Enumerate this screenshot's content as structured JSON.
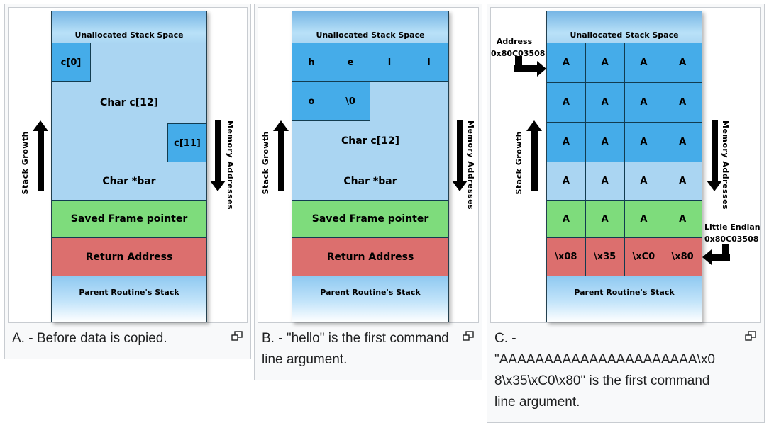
{
  "colors": {
    "cell_blue": "#45ace9",
    "light_blue": "#aad5f2",
    "green": "#7edc7c",
    "red": "#dc6f6e",
    "parent_blue": "#8fc9f1",
    "panel_border": "#c8ccd1",
    "panel_bg": "#f8f9fa",
    "caption_text": "#202122"
  },
  "shared": {
    "unallocated": "Unallocated Stack Space",
    "parent": "Parent Routine's Stack",
    "char_c12": "Char c[12]",
    "char_bar": "Char *bar",
    "saved_frame": "Saved Frame pointer",
    "return_address": "Return Address",
    "stack_growth": "Stack Growth",
    "memory_addresses": "Memory Addresses"
  },
  "panel_a": {
    "caption": "A. - Before data is copied.",
    "cells": {
      "c0": "c[0]",
      "c11": "c[11]"
    }
  },
  "panel_b": {
    "caption": "B. - \"hello\" is the first command line argument.",
    "row1": [
      "h",
      "e",
      "l",
      "l"
    ],
    "row2": [
      "o",
      "\\0"
    ]
  },
  "panel_c": {
    "caption": "C. - \"AAAAAAAAAAAAAAAAAAAAAA\\x08\\x35\\xC0\\x80\" is the first command line argument.",
    "address_label": [
      "Address",
      "0x80C03508"
    ],
    "little_endian_label": [
      "Little Endian",
      "0x80C03508"
    ],
    "grid": [
      {
        "cells": [
          "A",
          "A",
          "A",
          "A"
        ]
      },
      {
        "cells": [
          "A",
          "A",
          "A",
          "A"
        ]
      },
      {
        "cells": [
          "A",
          "A",
          "A",
          "A"
        ]
      },
      {
        "cells": [
          "A",
          "A",
          "A",
          "A"
        ]
      },
      {
        "cells": [
          "A",
          "A",
          "A",
          "A"
        ]
      },
      {
        "cells": [
          "\\x08",
          "\\x35",
          "\\xC0",
          "\\x80"
        ]
      }
    ]
  }
}
